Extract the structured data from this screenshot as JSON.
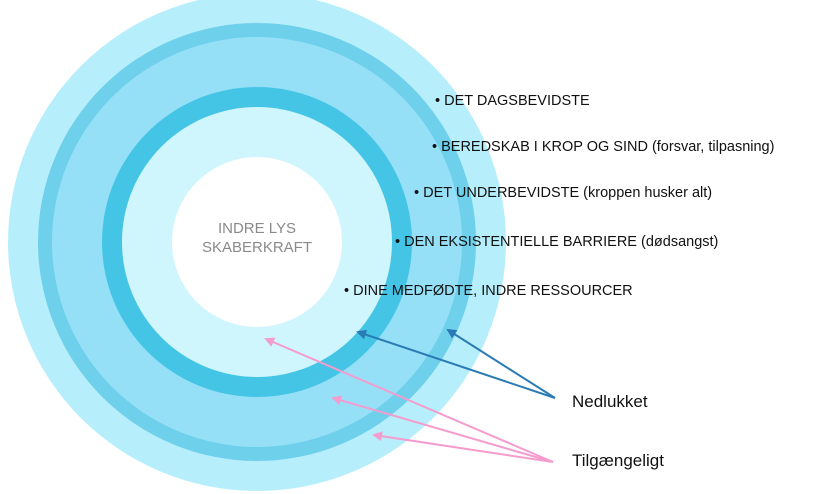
{
  "colors": {
    "ring_outer": "#b6effb",
    "ring_2": "#6fd0ec",
    "ring_3": "#95e0f6",
    "ring_4": "#45c5e6",
    "ring_5": "#cff5fd",
    "core": "#ffffff",
    "arrow_closed": "#2a7bb5",
    "arrow_available": "#f59ccf"
  },
  "center": {
    "line1": "INDRE LYS",
    "line2": "SKABERKRAFT"
  },
  "layers": [
    {
      "label": "• DET DAGSBEVIDSTE"
    },
    {
      "label": "• BEREDSKAB I KROP OG SIND (forsvar, tilpasning)"
    },
    {
      "label": "• DET UNDERBEVIDSTE (kroppen husker alt)"
    },
    {
      "label": "• DEN EKSISTENTIELLE BARRIERE (dødsangst)"
    },
    {
      "label": "• DINE MEDFØDTE, INDRE RESSOURCER"
    }
  ],
  "callouts": {
    "closed": "Nedlukket",
    "available": "Tilgængeligt"
  }
}
